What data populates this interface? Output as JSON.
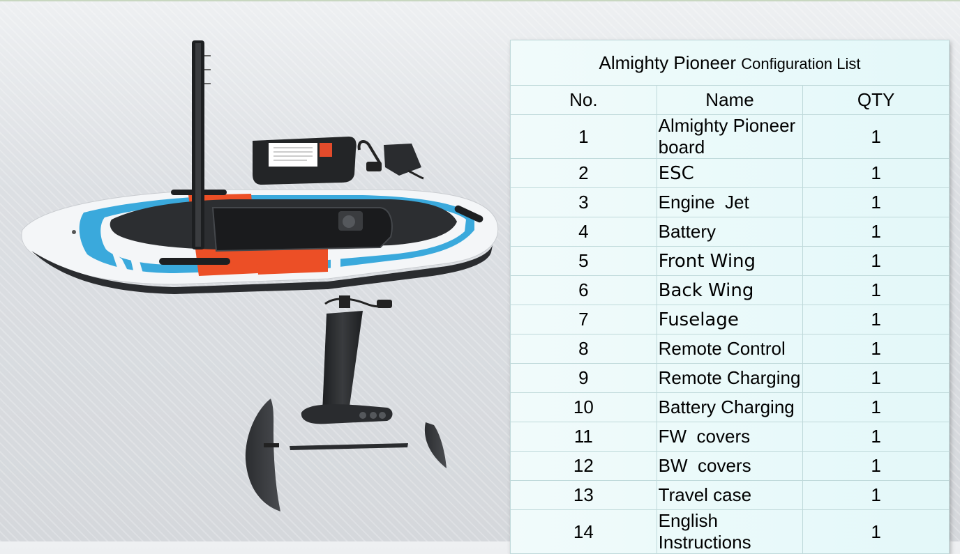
{
  "table": {
    "title_main": "Almighty Pioneer",
    "title_sub": "Configuration List",
    "headers": {
      "no": "No.",
      "name": "Name",
      "qty": "QTY"
    },
    "rows": [
      {
        "no": "1",
        "name": "Almighty Pioneer board",
        "qty": "1"
      },
      {
        "no": "2",
        "name": "ESC",
        "qty": "1"
      },
      {
        "no": "3",
        "name": "Engine  Jet",
        "qty": "1"
      },
      {
        "no": "4",
        "name": "Battery",
        "qty": "1"
      },
      {
        "no": "5",
        "name": "Front Wing",
        "qty": "1"
      },
      {
        "no": "6",
        "name": "Back Wing",
        "qty": "1"
      },
      {
        "no": "7",
        "name": "Fuselage",
        "qty": "1"
      },
      {
        "no": "8",
        "name": "Remote Control",
        "qty": "1"
      },
      {
        "no": "9",
        "name": "Remote Charging",
        "qty": "1"
      },
      {
        "no": "10",
        "name": "Battery Charging",
        "qty": "1"
      },
      {
        "no": "11",
        "name": "FW  covers",
        "qty": "1"
      },
      {
        "no": "12",
        "name": "BW  covers",
        "qty": "1"
      },
      {
        "no": "13",
        "name": "Travel case",
        "qty": "1"
      },
      {
        "no": "14",
        "name": "English Instructions",
        "qty": "1"
      }
    ]
  },
  "colors": {
    "board_white": "#f4f6f8",
    "board_blue": "#3aa9dc",
    "board_orange": "#ec4f26",
    "board_dark": "#2c2e31",
    "table_bg": "#e3f8f9",
    "table_border": "#bfd9da"
  },
  "image": {
    "subject": "foil-board-exploded-view-illustration"
  }
}
